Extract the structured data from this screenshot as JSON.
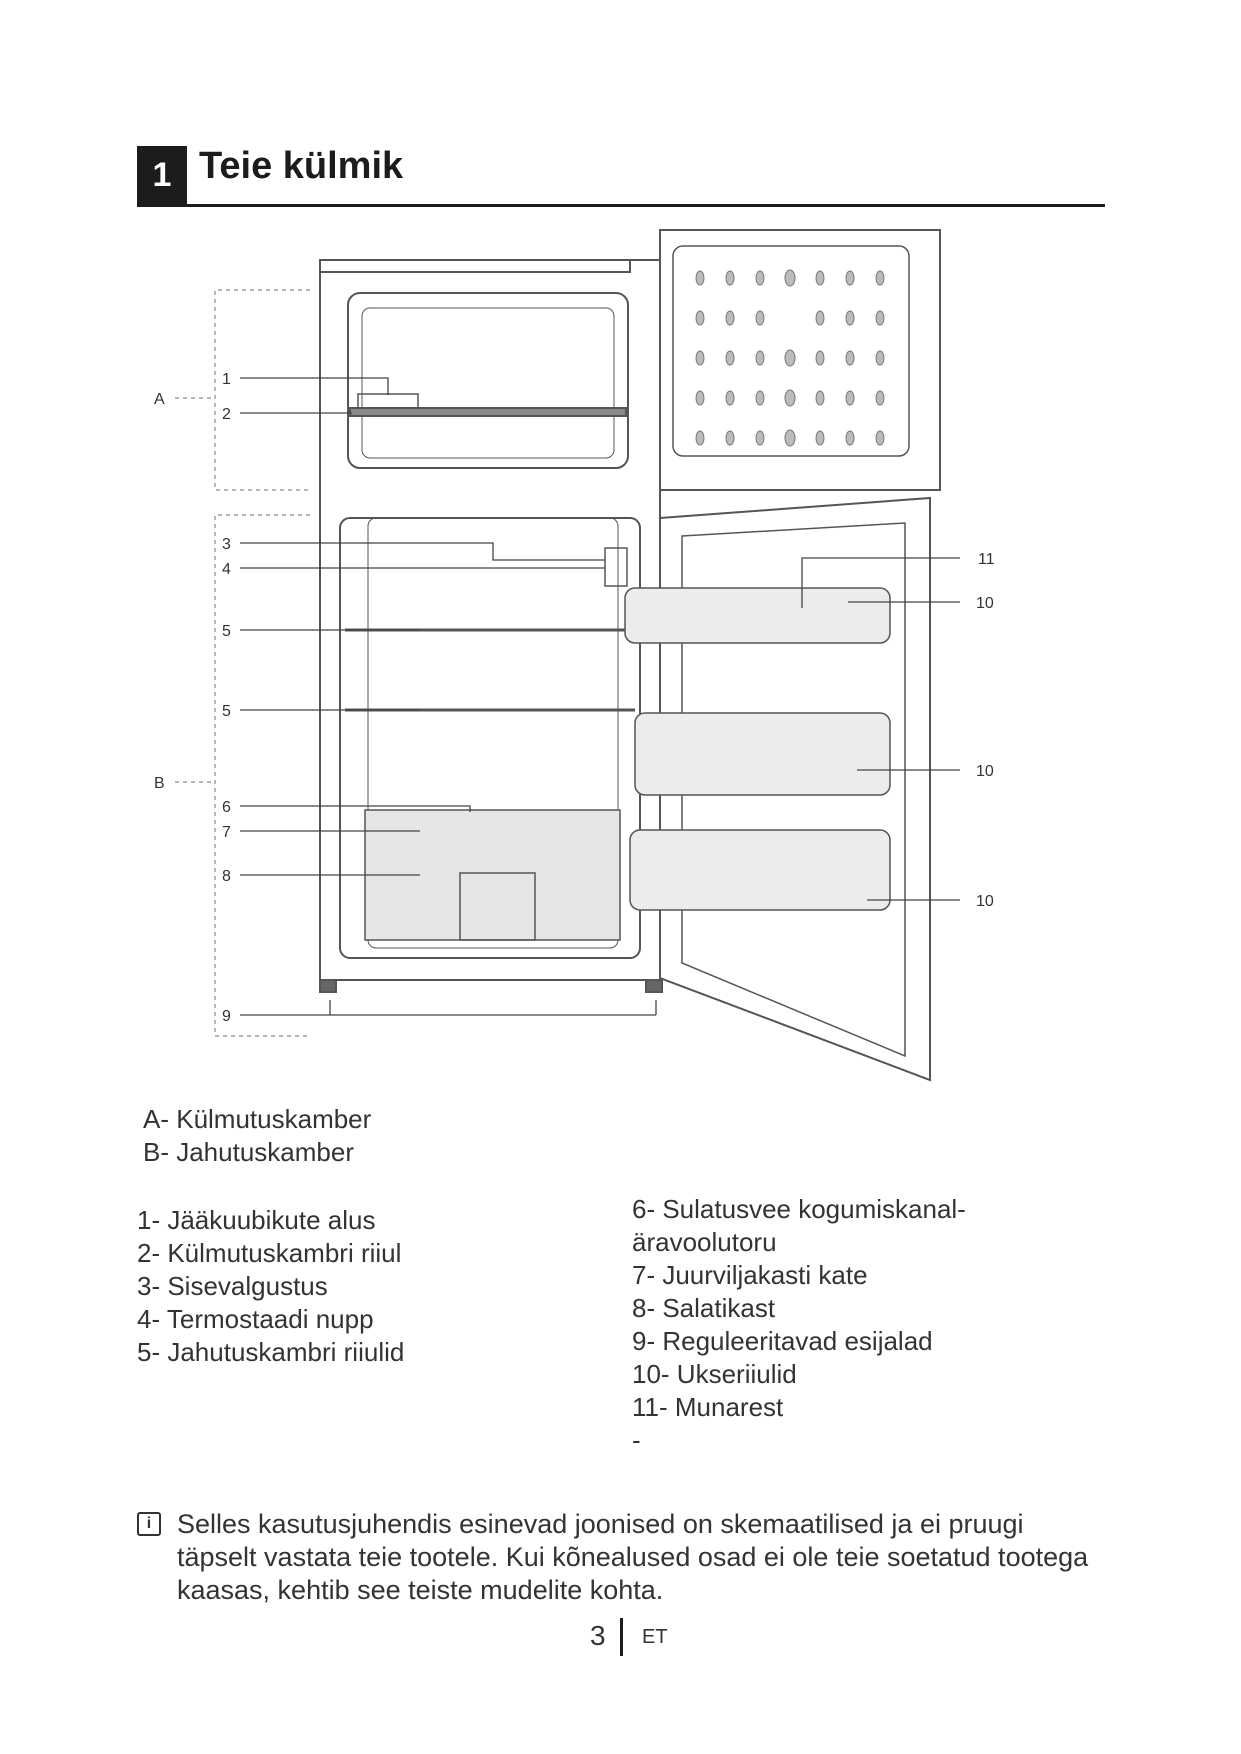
{
  "section": {
    "number": "1",
    "title": "Teie külmik"
  },
  "diagram": {
    "zone_labels": [
      "A",
      "B"
    ],
    "callouts": [
      "1",
      "2",
      "3",
      "4",
      "5",
      "5",
      "6",
      "7",
      "8",
      "9",
      "11",
      "10",
      "10",
      "10"
    ]
  },
  "compartments": [
    {
      "text": "A-  Külmutuskamber"
    },
    {
      "text": "B-  Jahutuskamber"
    }
  ],
  "parts_left": [
    {
      "text": "1-  Jääkuubikute alus"
    },
    {
      "text": "2-  Külmutuskambri riiul"
    },
    {
      "text": "3-  Sisevalgustus"
    },
    {
      "text": "4-  Termostaadi nupp"
    },
    {
      "text": "5-  Jahutuskambri riiulid"
    }
  ],
  "parts_right": [
    {
      "text": "6-  Sulatusvee kogumiskanal-"
    },
    {
      "text": "äravoolutoru"
    },
    {
      "text": "7-  Juurviljakasti kate"
    },
    {
      "text": "8-  Salatikast"
    },
    {
      "text": "9-  Reguleeritavad esijalad"
    },
    {
      "text": "10-  Ukseriiulid"
    },
    {
      "text": "11-  Munarest"
    },
    {
      "text": "-"
    }
  ],
  "note": {
    "icon": "info-icon",
    "text": "Selles kasutusjuhendis esinevad joonised on skemaatilised ja ei pruugi täpselt vastata teie tootele. Kui kõnealused osad ei ole teie soetatud tootega kaasas, kehtib see teiste mudelite kohta."
  },
  "footer": {
    "page": "3",
    "lang": "ET"
  }
}
